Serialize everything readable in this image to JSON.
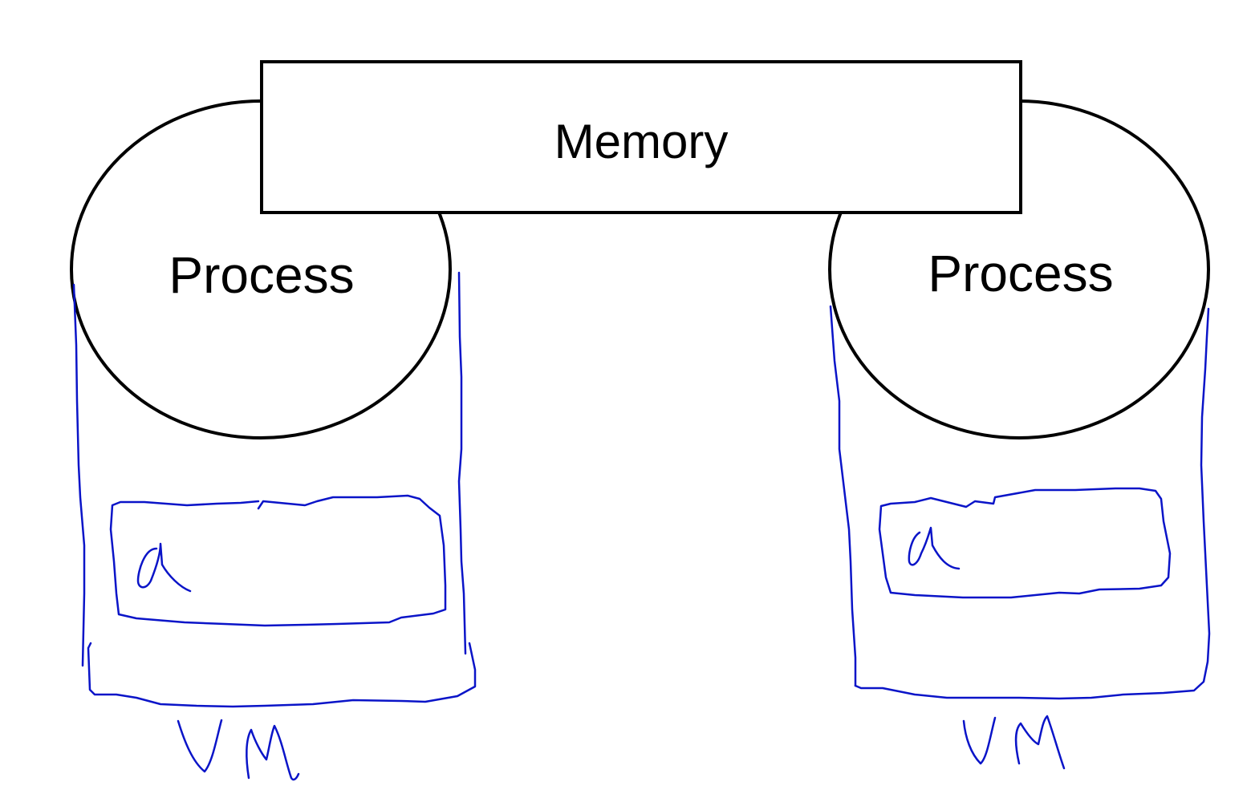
{
  "colors": {
    "outline": "#000000",
    "ink": "#0a14c8",
    "background": "#ffffff"
  },
  "memory": {
    "label": "Memory"
  },
  "processes": [
    {
      "label": "Process",
      "var_label": "a",
      "vm_label": "VM"
    },
    {
      "label": "Process",
      "var_label": "a",
      "vm_label": "VM"
    }
  ]
}
